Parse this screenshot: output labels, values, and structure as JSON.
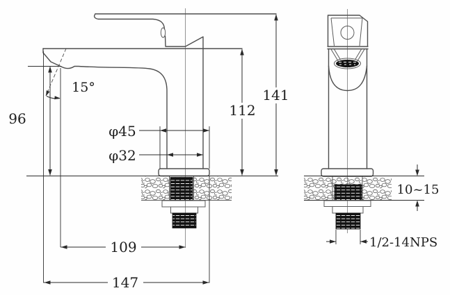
{
  "drawing": {
    "dimensions": {
      "back_height": "96",
      "spout_angle": "15°",
      "base_diameter": "φ45",
      "body_diameter": "φ32",
      "spout_height": "112",
      "total_height": "141",
      "center_reach": "109",
      "total_reach": "147",
      "deck_thickness_range": "10~15",
      "thread_spec": "1/2-14NPS"
    },
    "colors": {
      "outline": "#4e4e4e",
      "dimension": "#2a2a2a",
      "thread_fill": "#121212",
      "background": "#fefefe"
    }
  }
}
